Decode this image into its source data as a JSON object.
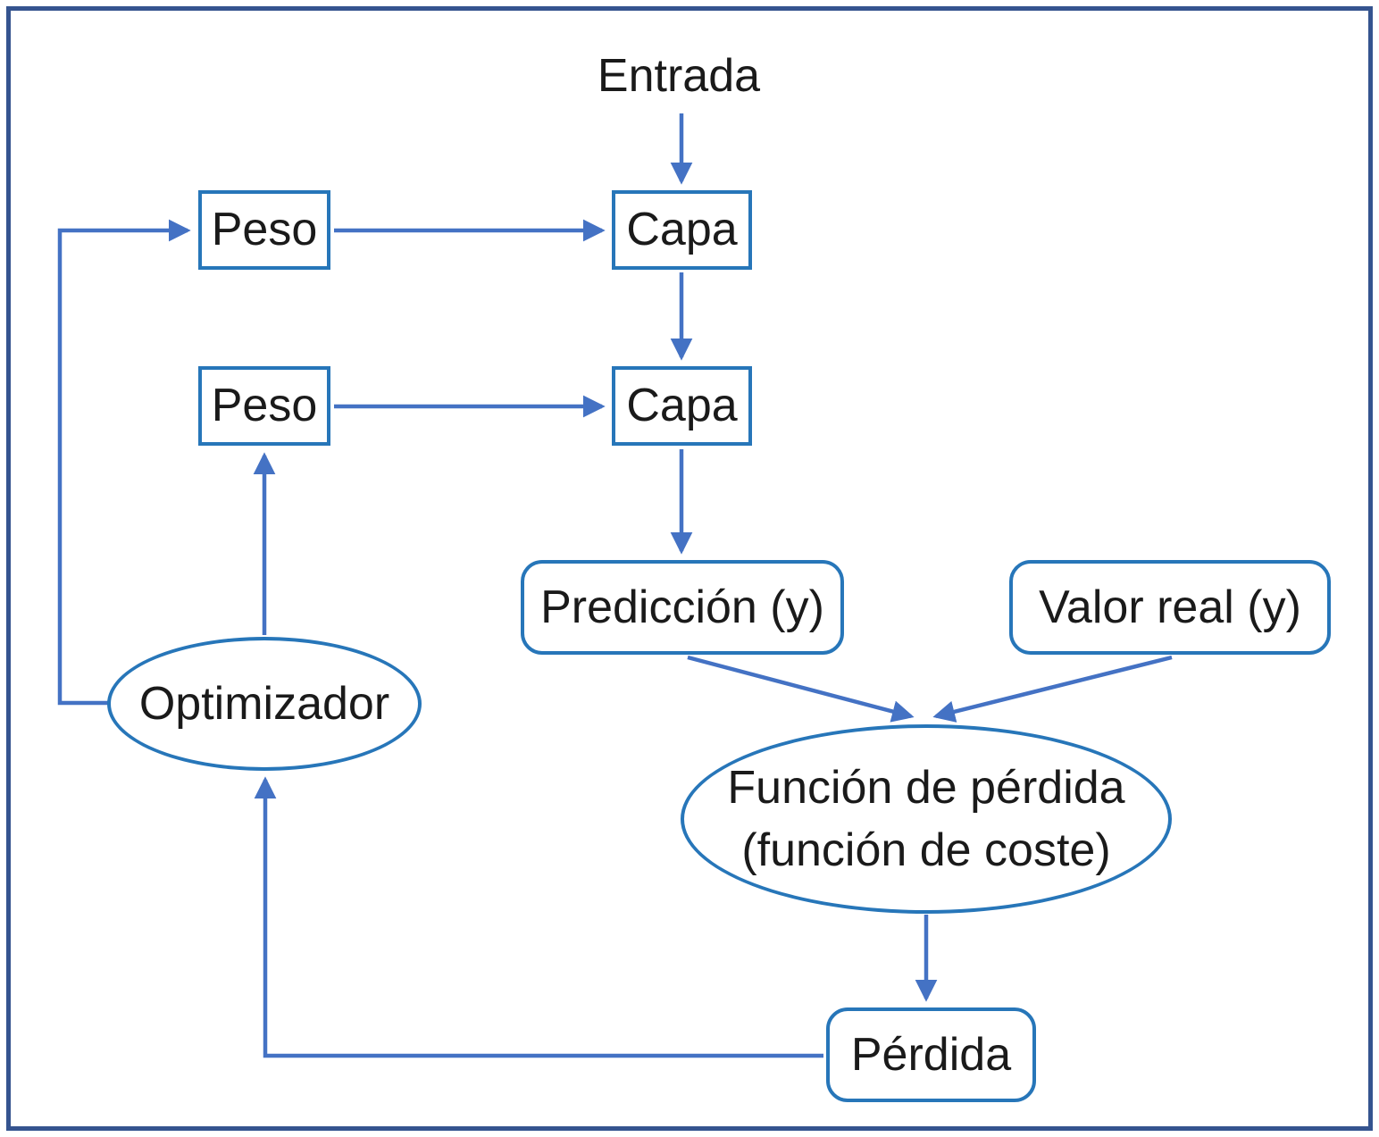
{
  "diagram": {
    "language": "es",
    "nodes": {
      "entrada": {
        "label": "Entrada",
        "shape": "text"
      },
      "peso_1": {
        "label": "Peso",
        "shape": "rect"
      },
      "peso_2": {
        "label": "Peso",
        "shape": "rect"
      },
      "capa_1": {
        "label": "Capa",
        "shape": "rect"
      },
      "capa_2": {
        "label": "Capa",
        "shape": "rect"
      },
      "prediccion": {
        "label": "Predicción (y)",
        "shape": "rounded"
      },
      "valor_real": {
        "label": "Valor real (y)",
        "shape": "rounded"
      },
      "funcion_perdida": {
        "label_line1": "Función de pérdida",
        "label_line2": "(función de coste)",
        "shape": "ellipse"
      },
      "optimizador": {
        "label": "Optimizador",
        "shape": "ellipse"
      },
      "perdida": {
        "label": "Pérdida",
        "shape": "rounded"
      }
    },
    "edges": [
      {
        "from": "entrada",
        "to": "capa_1"
      },
      {
        "from": "peso_1",
        "to": "capa_1"
      },
      {
        "from": "capa_1",
        "to": "capa_2"
      },
      {
        "from": "peso_2",
        "to": "capa_2"
      },
      {
        "from": "capa_2",
        "to": "prediccion"
      },
      {
        "from": "prediccion",
        "to": "funcion_perdida"
      },
      {
        "from": "valor_real",
        "to": "funcion_perdida"
      },
      {
        "from": "funcion_perdida",
        "to": "perdida"
      },
      {
        "from": "perdida",
        "to": "optimizador"
      },
      {
        "from": "optimizador",
        "to": "peso_1"
      },
      {
        "from": "optimizador",
        "to": "peso_2"
      }
    ],
    "colors": {
      "frame": "#35548f",
      "shape_border": "#2776b9",
      "arrow": "#4472c4",
      "text": "#1a1a1a",
      "background": "#ffffff"
    }
  }
}
